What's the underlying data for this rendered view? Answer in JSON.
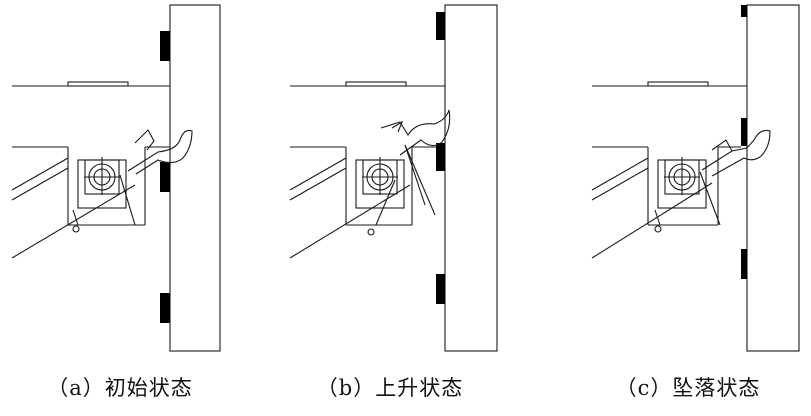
{
  "captions": {
    "a": "（a）初始状态",
    "b": "（b）上升状态",
    "c": "（c）坠落状态"
  },
  "colors": {
    "line": "#1a1a1a",
    "pad": "#000000",
    "background": "#ffffff"
  }
}
